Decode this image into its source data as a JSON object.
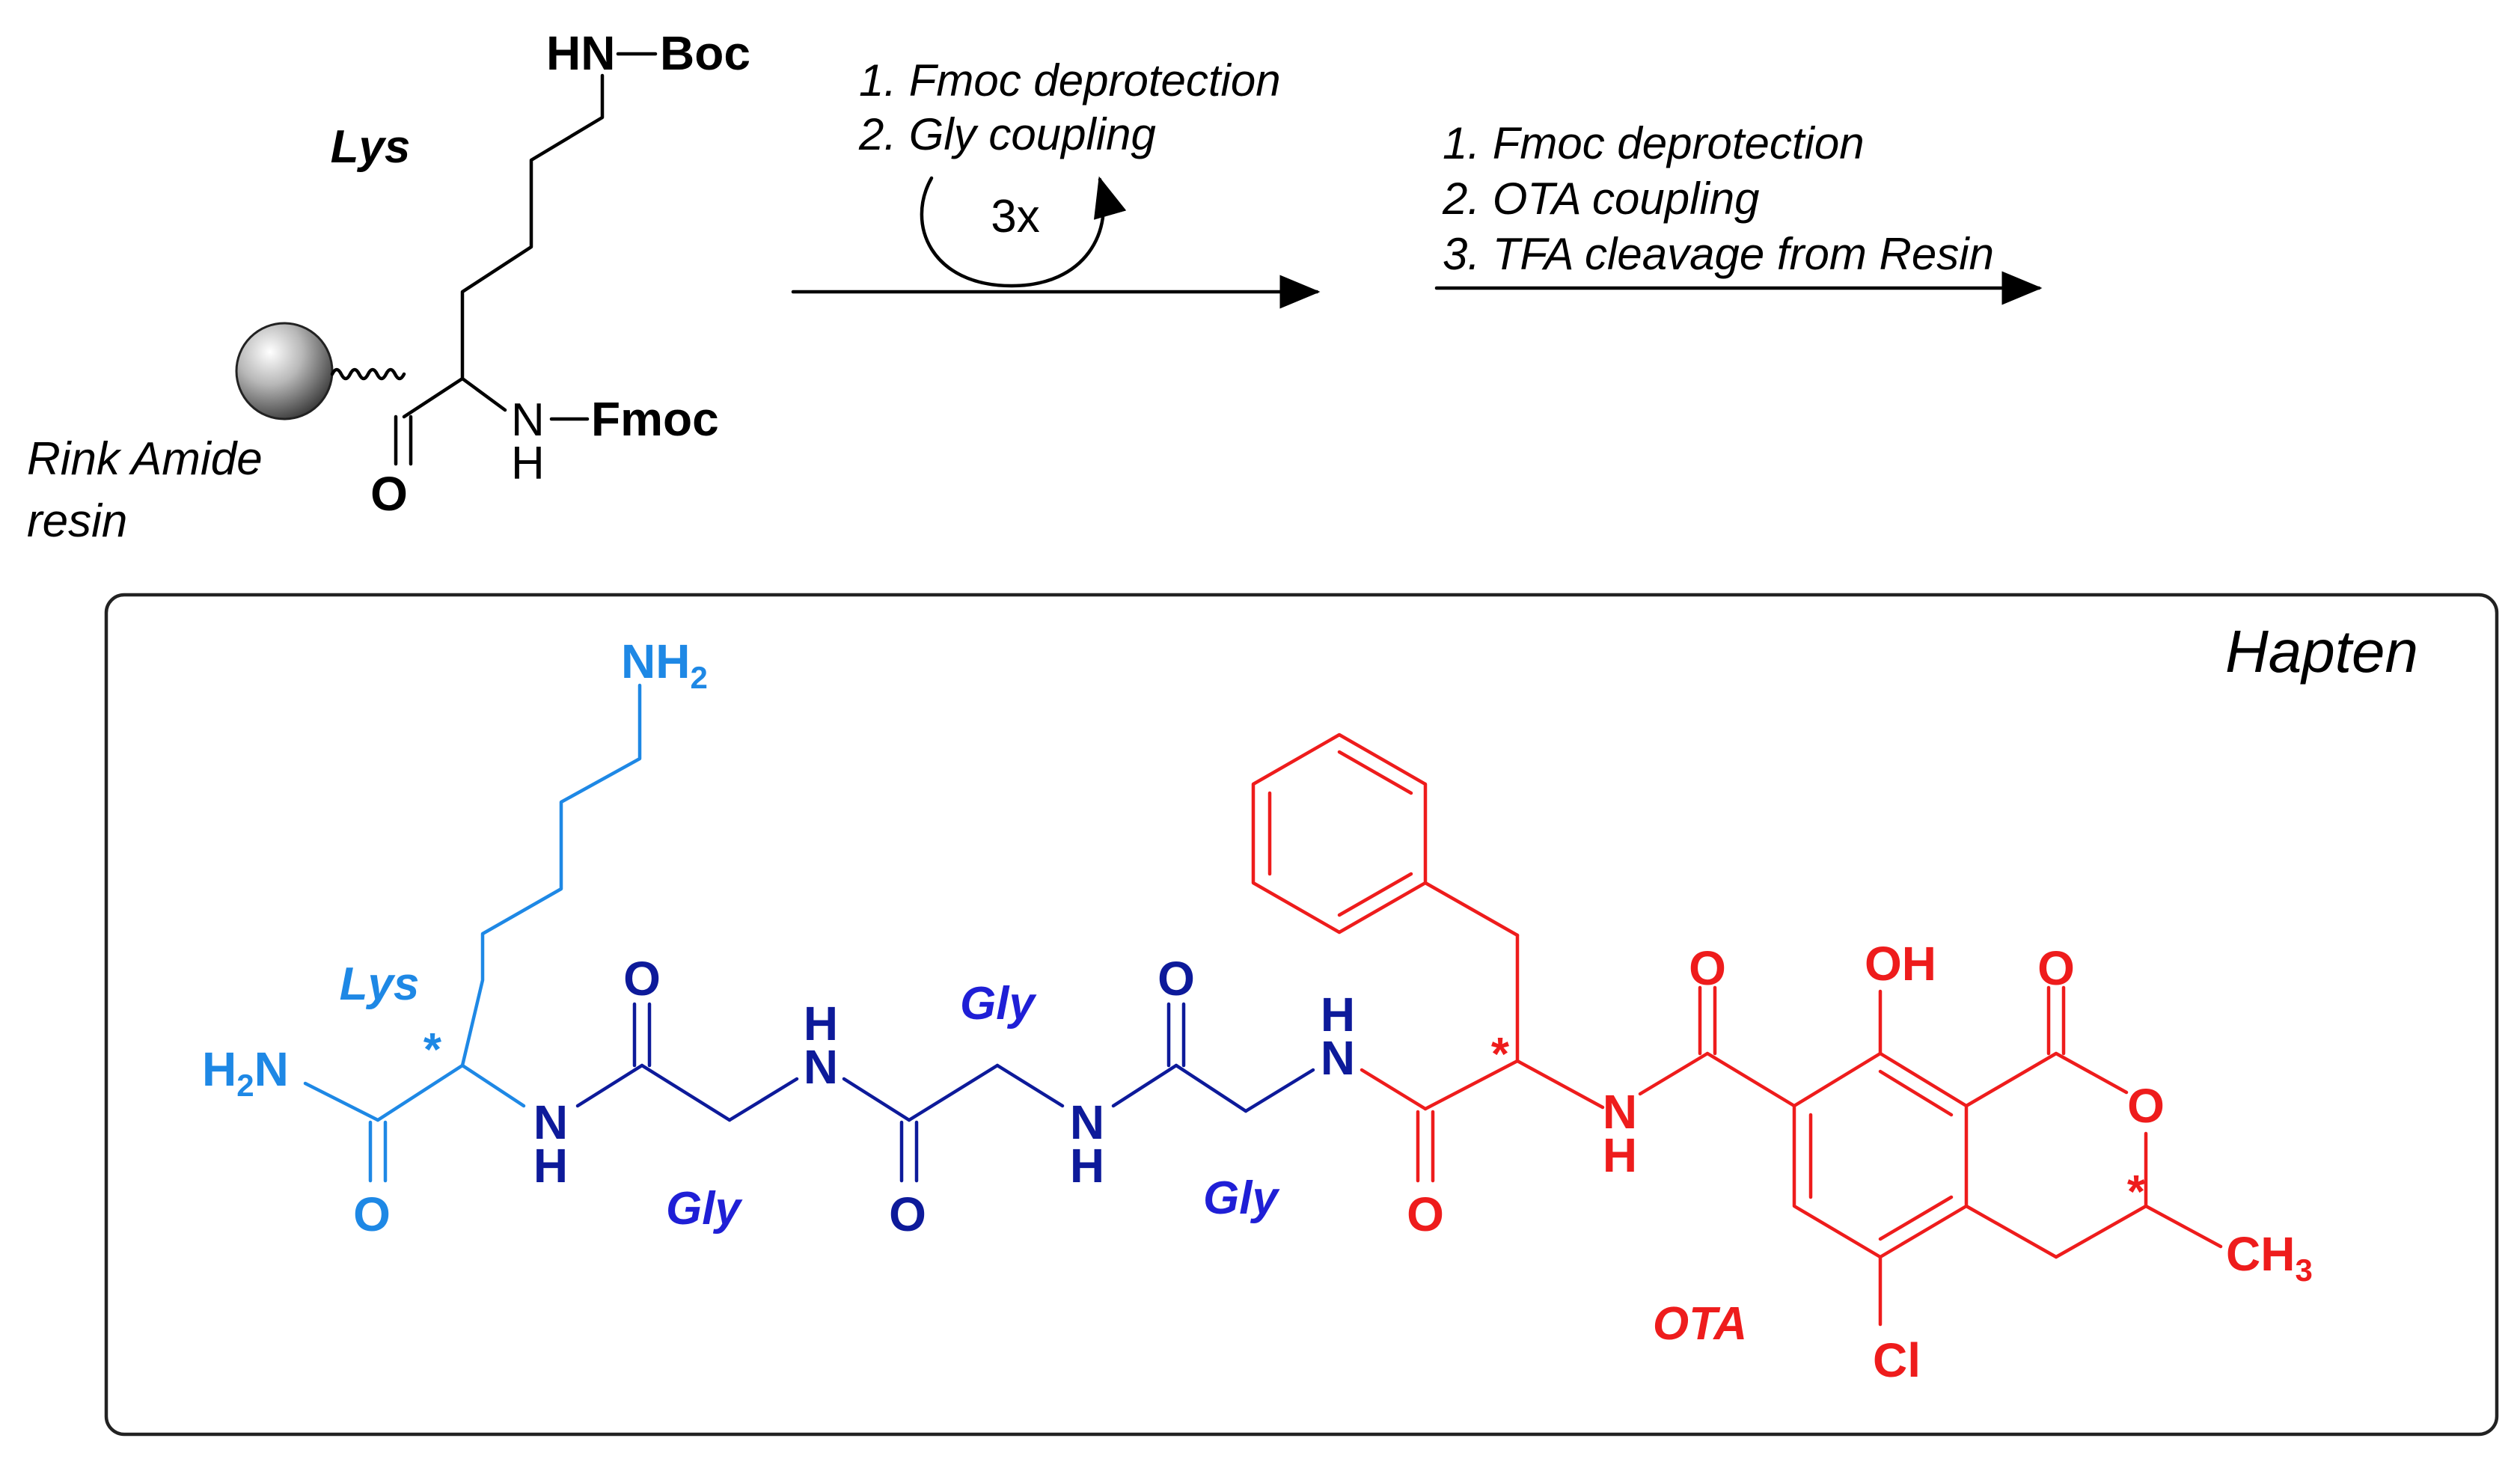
{
  "colors": {
    "black": "#000000",
    "lys_blue": "#1e88e5",
    "gly_navy": "#0d1a9a",
    "gly_label": "#1f1fd6",
    "ota_red": "#ee1c1c",
    "box_border": "#222222"
  },
  "top": {
    "lys_label": "Lys",
    "resin_label_line1": "Rink Amide",
    "resin_label_line2": "resin",
    "side_chain_nh": "HN",
    "side_chain_boc": "Boc",
    "alpha_n": "N",
    "alpha_h": "H",
    "alpha_fmoc": "Fmoc",
    "carbonyl_o": "O"
  },
  "step1": {
    "line1": "1. Fmoc deprotection",
    "line2": "2. Gly coupling",
    "repeat": "3x"
  },
  "step2": {
    "line1": "1. Fmoc deprotection",
    "line2": "2. OTA coupling",
    "line3": "3. TFA cleavage from Resin"
  },
  "hapten": {
    "title": "Hapten",
    "lys_label": "Lys",
    "gly1_label": "Gly",
    "gly2_label": "Gly",
    "gly3_label": "Gly",
    "ota_label": "OTA",
    "nh2_top": "NH",
    "nh2_top_sub": "2",
    "h2n_left": "H",
    "h2n_left_sub": "2",
    "h2n_left_n": "N",
    "star": "*",
    "n": "N",
    "h": "H",
    "o": "O",
    "oh": "OH",
    "cl": "Cl",
    "ch": "CH",
    "ch_sub": "3"
  }
}
